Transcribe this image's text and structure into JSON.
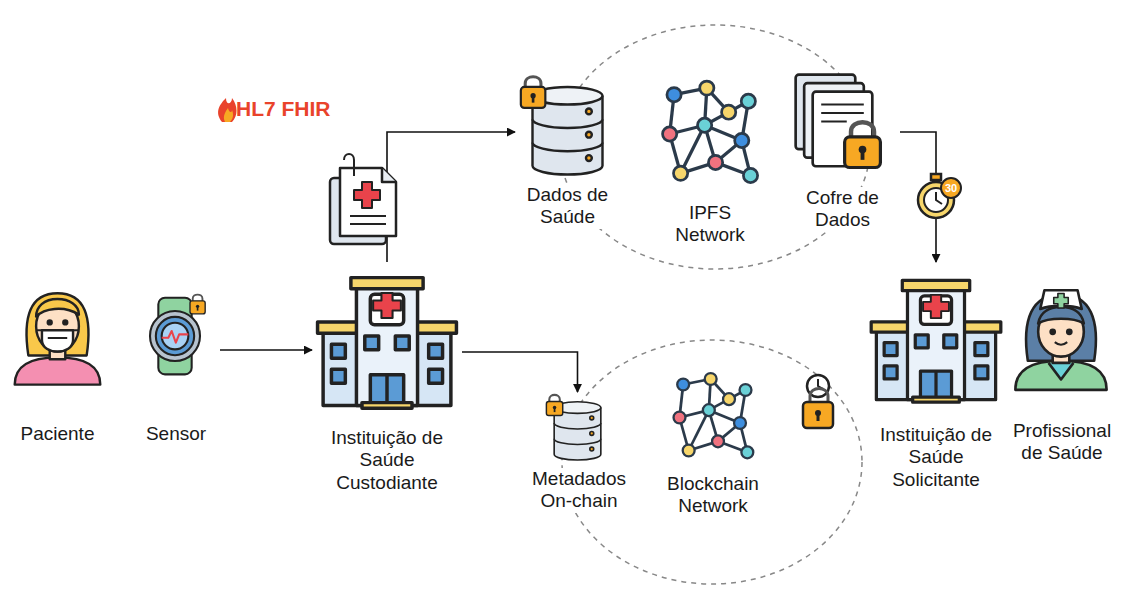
{
  "diagram": {
    "nodes": [
      {
        "text": [
          "Paciente"
        ]
      },
      {
        "text": [
          "Sensor"
        ]
      },
      {
        "text": [
          "Instituição de Saúde Custodiante"
        ]
      },
      {
        "text": [
          "Dados de Saúde"
        ]
      },
      {
        "text": [
          "IPFS Network"
        ]
      },
      {
        "text": [
          "Cofre de Dados"
        ]
      },
      {
        "text": [
          "Metadados On-chain"
        ]
      },
      {
        "text": [
          "Blockchain Network"
        ]
      },
      {
        "text": [
          "Instituição de Saúde Solicitante"
        ]
      },
      {
        "text": [
          "Profissional de Saúde"
        ]
      }
    ],
    "edges": [
      {
        "from": 1,
        "to": 2,
        "arrow": "to"
      },
      {
        "from": 2,
        "to": 3,
        "arrow": "to"
      },
      {
        "from": 2,
        "to": 6,
        "arrow": "to"
      },
      {
        "from": 5,
        "to": 8,
        "arrow": "to"
      }
    ],
    "labels": [
      "HL7 FHIR",
      "30"
    ]
  }
}
